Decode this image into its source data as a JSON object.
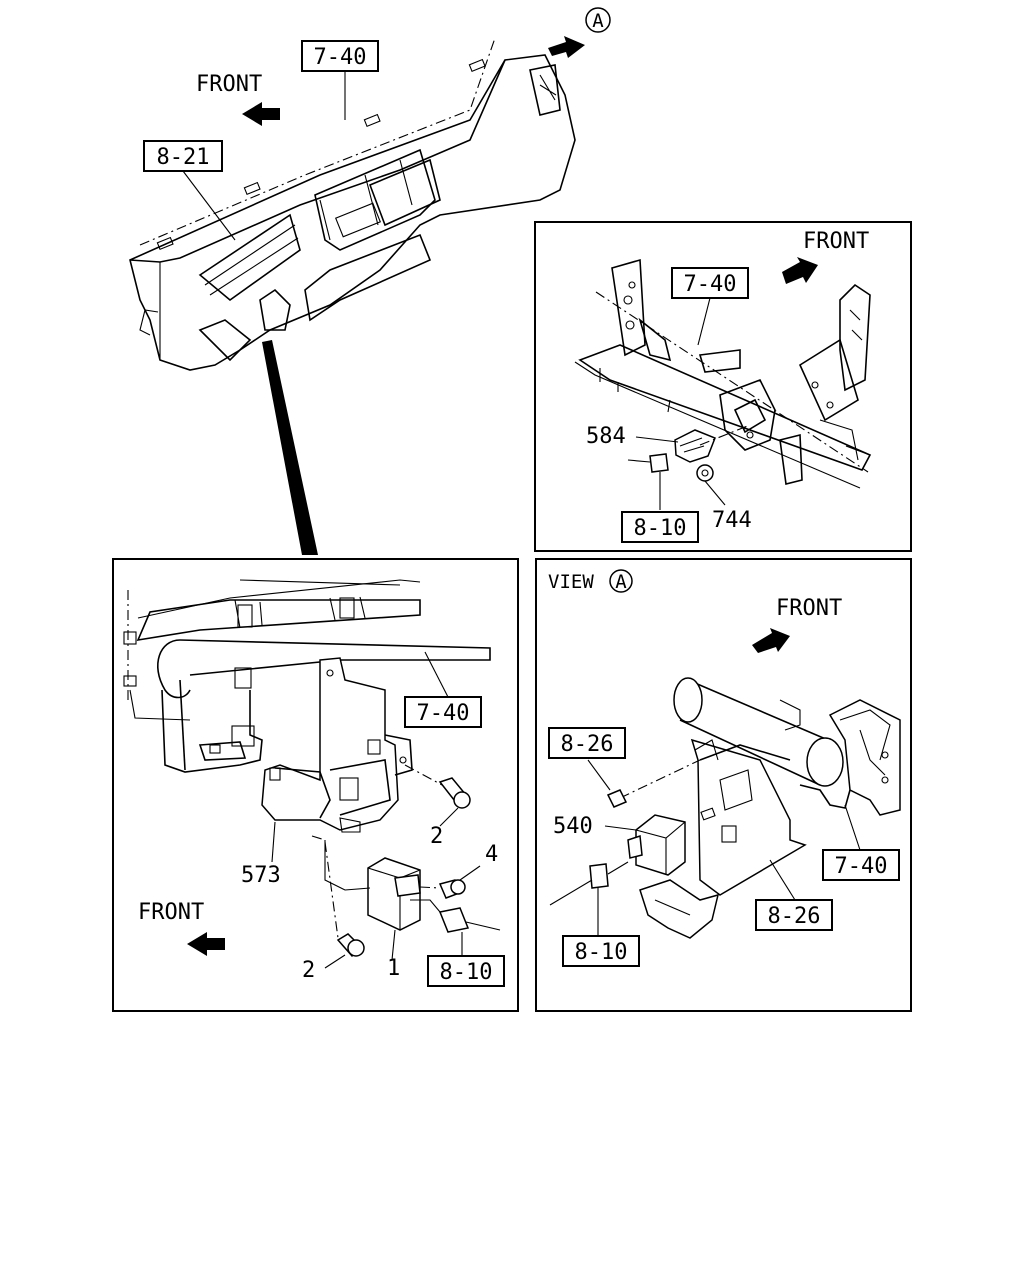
{
  "callouts": {
    "top_view_marker": "A",
    "front_top": "FRONT",
    "ref_dash_top": "7-40",
    "ref_cluster_top": "8-21",
    "front_panel_right": "FRONT",
    "ref_dash_right": "7-40",
    "part_584": "584",
    "ref_harness_right": "8-10",
    "part_744": "744",
    "front_panel_left": "FRONT",
    "ref_dash_left": "7-40",
    "part_2_upper": "2",
    "part_4": "4",
    "part_573": "573",
    "part_2_lower": "2",
    "part_1": "1",
    "ref_harness_left": "8-10",
    "view_label": "VIEW",
    "view_marker": "A",
    "front_view": "FRONT",
    "ref_826_upper": "8-26",
    "part_540": "540",
    "ref_dash_view": "7-40",
    "ref_826_lower": "8-26",
    "ref_harness_view": "8-10"
  }
}
